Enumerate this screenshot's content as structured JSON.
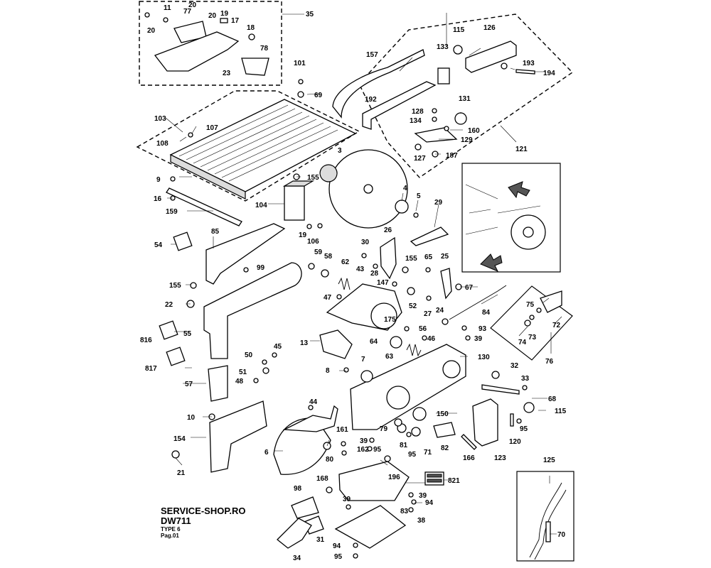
{
  "footer": {
    "shop": "SERVICE-SHOP.RO",
    "model": "DW711",
    "type": "TYPE 6",
    "page": "Pag.01"
  },
  "labels": {
    "l35": "35",
    "l11": "11",
    "l20a": "20",
    "l77": "77",
    "l20b": "20",
    "l19a": "19",
    "l17": "17",
    "l20c": "20",
    "l18": "18",
    "l78": "78",
    "l23": "23",
    "l101": "101",
    "l69": "69",
    "l157": "157",
    "l133": "133",
    "l115a": "115",
    "l126": "126",
    "l193": "193",
    "l194": "194",
    "l192": "192",
    "l131": "131",
    "l128": "128",
    "l134": "134",
    "l160": "160",
    "l129": "129",
    "l121": "121",
    "l127": "127",
    "l187": "187",
    "l103": "103",
    "l107": "107",
    "l108": "108",
    "l3": "3",
    "l9": "9",
    "l155a": "155",
    "l16": "16",
    "l104": "104",
    "l159": "159",
    "l4": "4",
    "l5": "5",
    "l29": "29",
    "l85": "85",
    "l19b": "19",
    "l106": "106",
    "l54": "54",
    "l26": "26",
    "l30": "30",
    "l59": "59",
    "l58": "58",
    "l62": "62",
    "l43": "43",
    "l28": "28",
    "l155b": "155",
    "l65": "65",
    "l25": "25",
    "l99": "99",
    "l155c": "155",
    "l147": "147",
    "l47": "47",
    "l67": "67",
    "l22": "22",
    "l52": "52",
    "l27": "27",
    "l24": "24",
    "l84": "84",
    "l175": "175",
    "l75": "75",
    "l72": "72",
    "l56": "56",
    "l93": "93",
    "l816": "816",
    "l55": "55",
    "l46": "46",
    "l39a": "39",
    "l73": "73",
    "l74": "74",
    "l13": "13",
    "l64": "64",
    "l45": "45",
    "l50": "50",
    "l63": "63",
    "l130": "130",
    "l76": "76",
    "l817": "817",
    "l51": "51",
    "l7": "7",
    "l8": "8",
    "l32": "32",
    "l33": "33",
    "l48": "48",
    "l57": "57",
    "l68": "68",
    "l44": "44",
    "l150": "150",
    "l115b": "115",
    "l10": "10",
    "l161": "161",
    "l79": "79",
    "l39b": "39",
    "l95a": "95",
    "l81": "81",
    "l95b": "95",
    "l71": "71",
    "l82": "82",
    "l120": "120",
    "l95c": "95",
    "l154": "154",
    "l162": "162",
    "l196": "196",
    "l166": "166",
    "l123": "123",
    "l6": "6",
    "l80": "80",
    "l125": "125",
    "l21": "21",
    "l168": "168",
    "l821": "821",
    "l98": "98",
    "l39c": "39",
    "l94a": "94",
    "l39d": "39",
    "l83": "83",
    "l38": "38",
    "l70": "70",
    "l31": "31",
    "l94b": "94",
    "l34": "34",
    "l95d": "95"
  },
  "icons": {
    "arrow": "arrow-icon"
  },
  "colors": {
    "ink": "#000000",
    "paper": "#ffffff"
  }
}
